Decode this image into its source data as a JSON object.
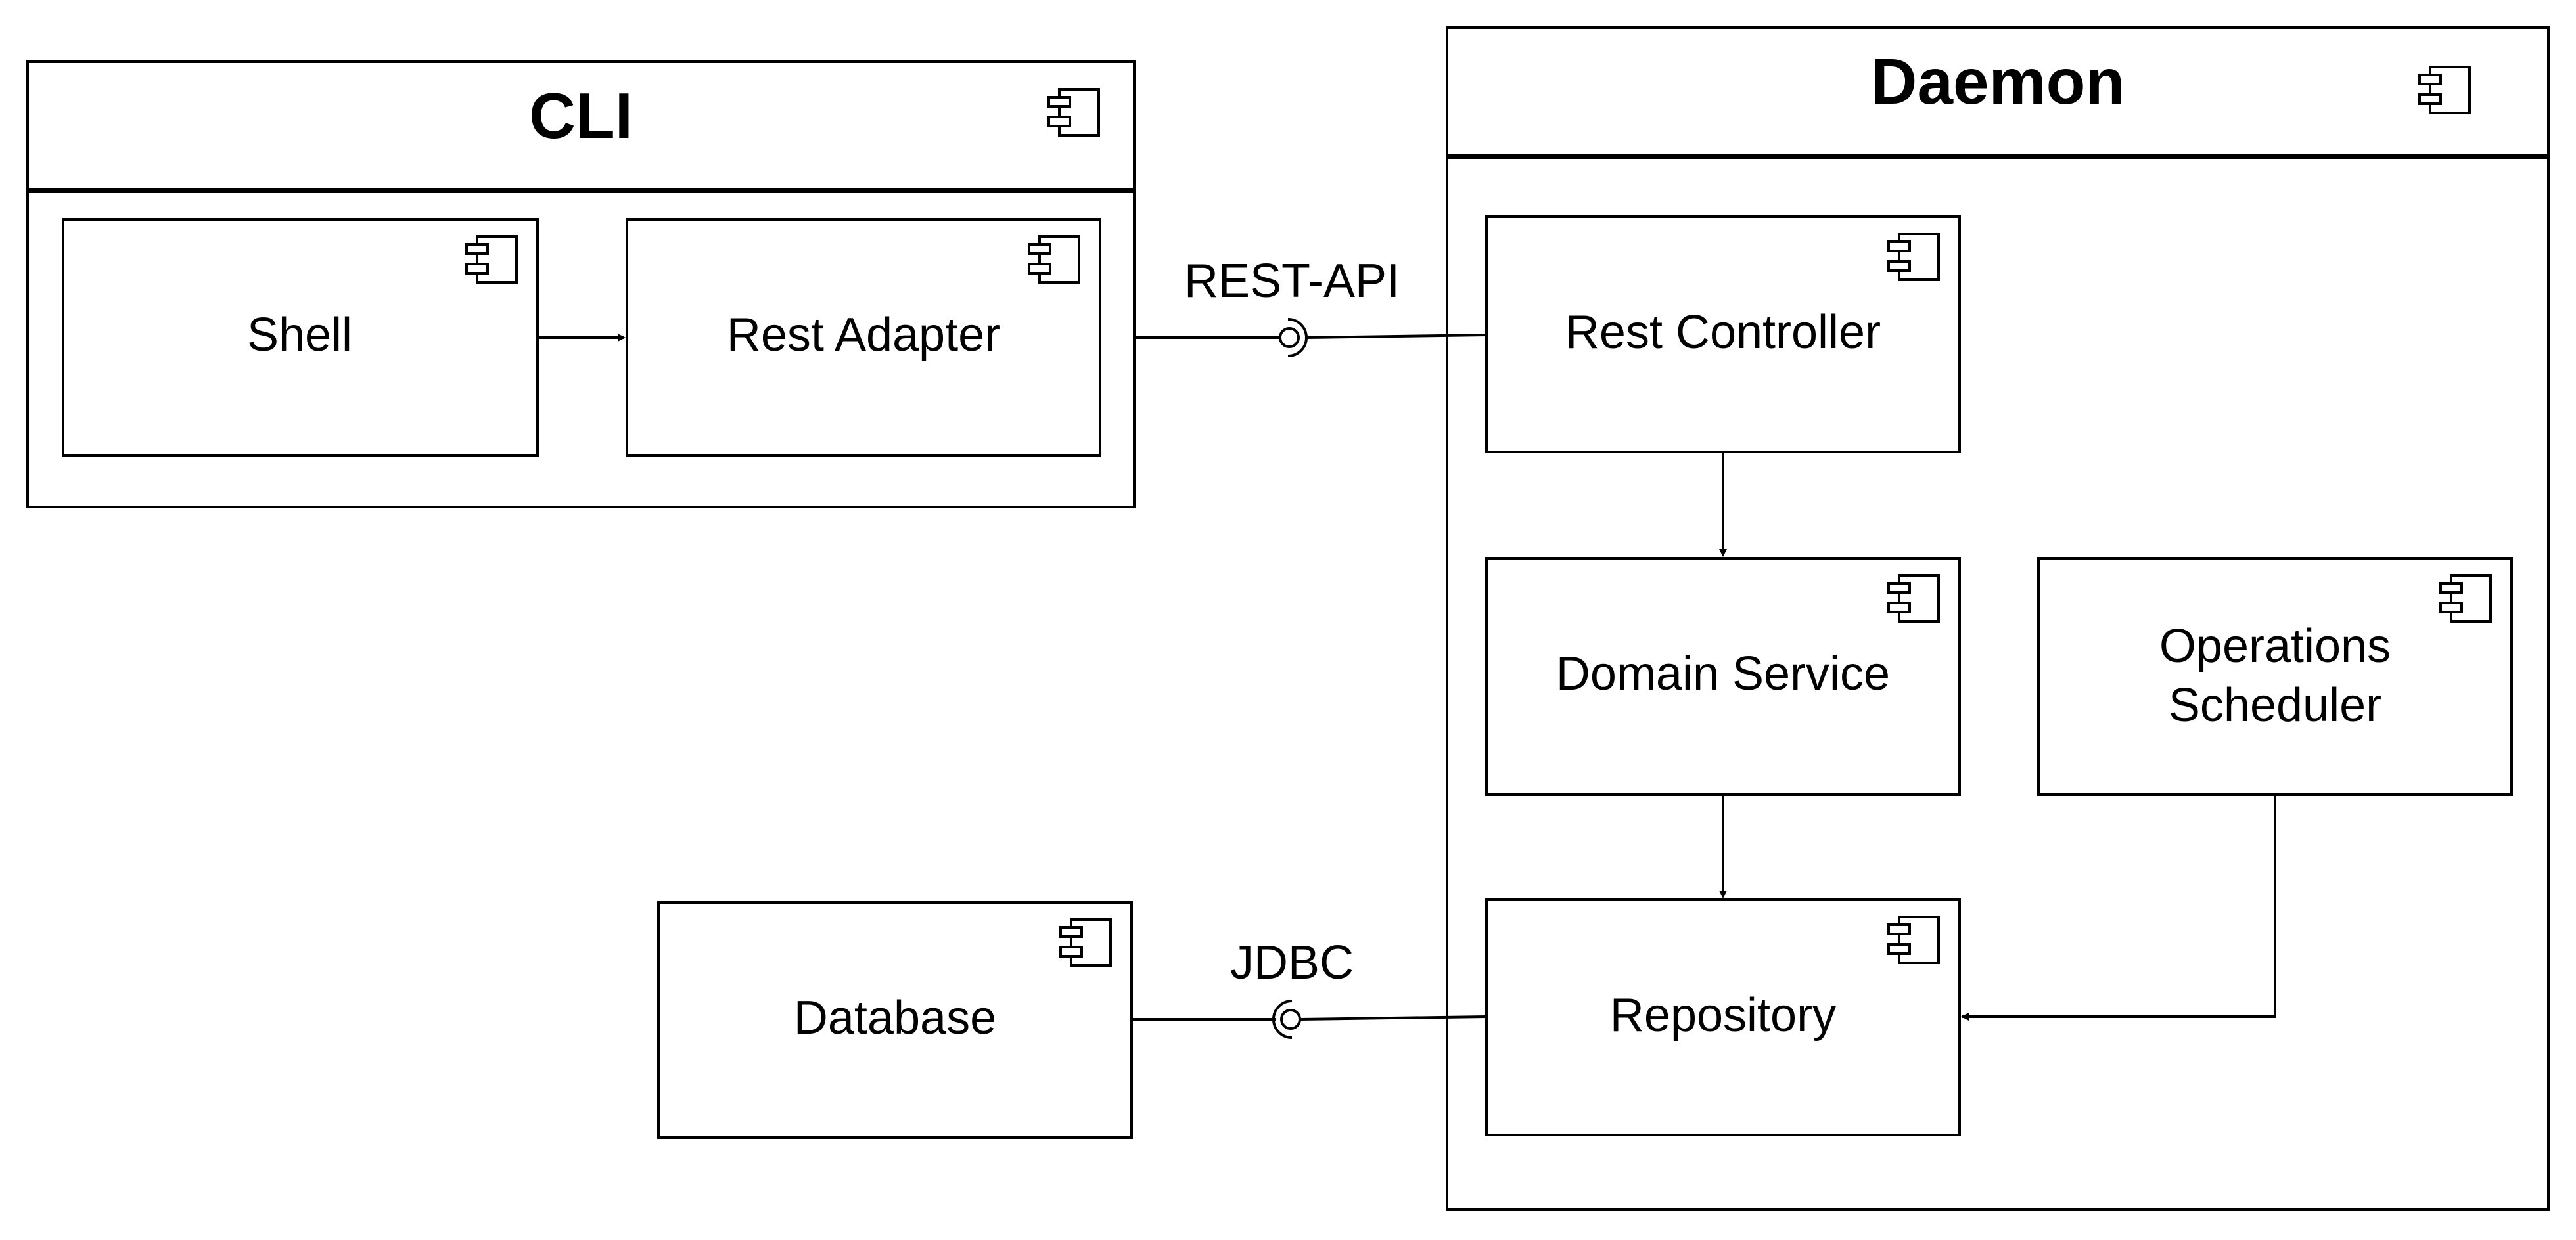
{
  "containers": {
    "cli": {
      "title": "CLI"
    },
    "daemon": {
      "title": "Daemon"
    }
  },
  "components": {
    "shell": {
      "label": "Shell"
    },
    "rest_adapter": {
      "label": "Rest Adapter"
    },
    "rest_controller": {
      "label": "Rest Controller"
    },
    "domain_service": {
      "label": "Domain Service"
    },
    "operations_scheduler": {
      "line1": "Operations",
      "line2": "Scheduler"
    },
    "repository": {
      "label": "Repository"
    },
    "database": {
      "label": "Database"
    }
  },
  "interfaces": {
    "rest_api": {
      "label": "REST-API"
    },
    "jdbc": {
      "label": "JDBC"
    }
  },
  "colors": {
    "stroke": "#000000",
    "fill": "#ffffff"
  }
}
